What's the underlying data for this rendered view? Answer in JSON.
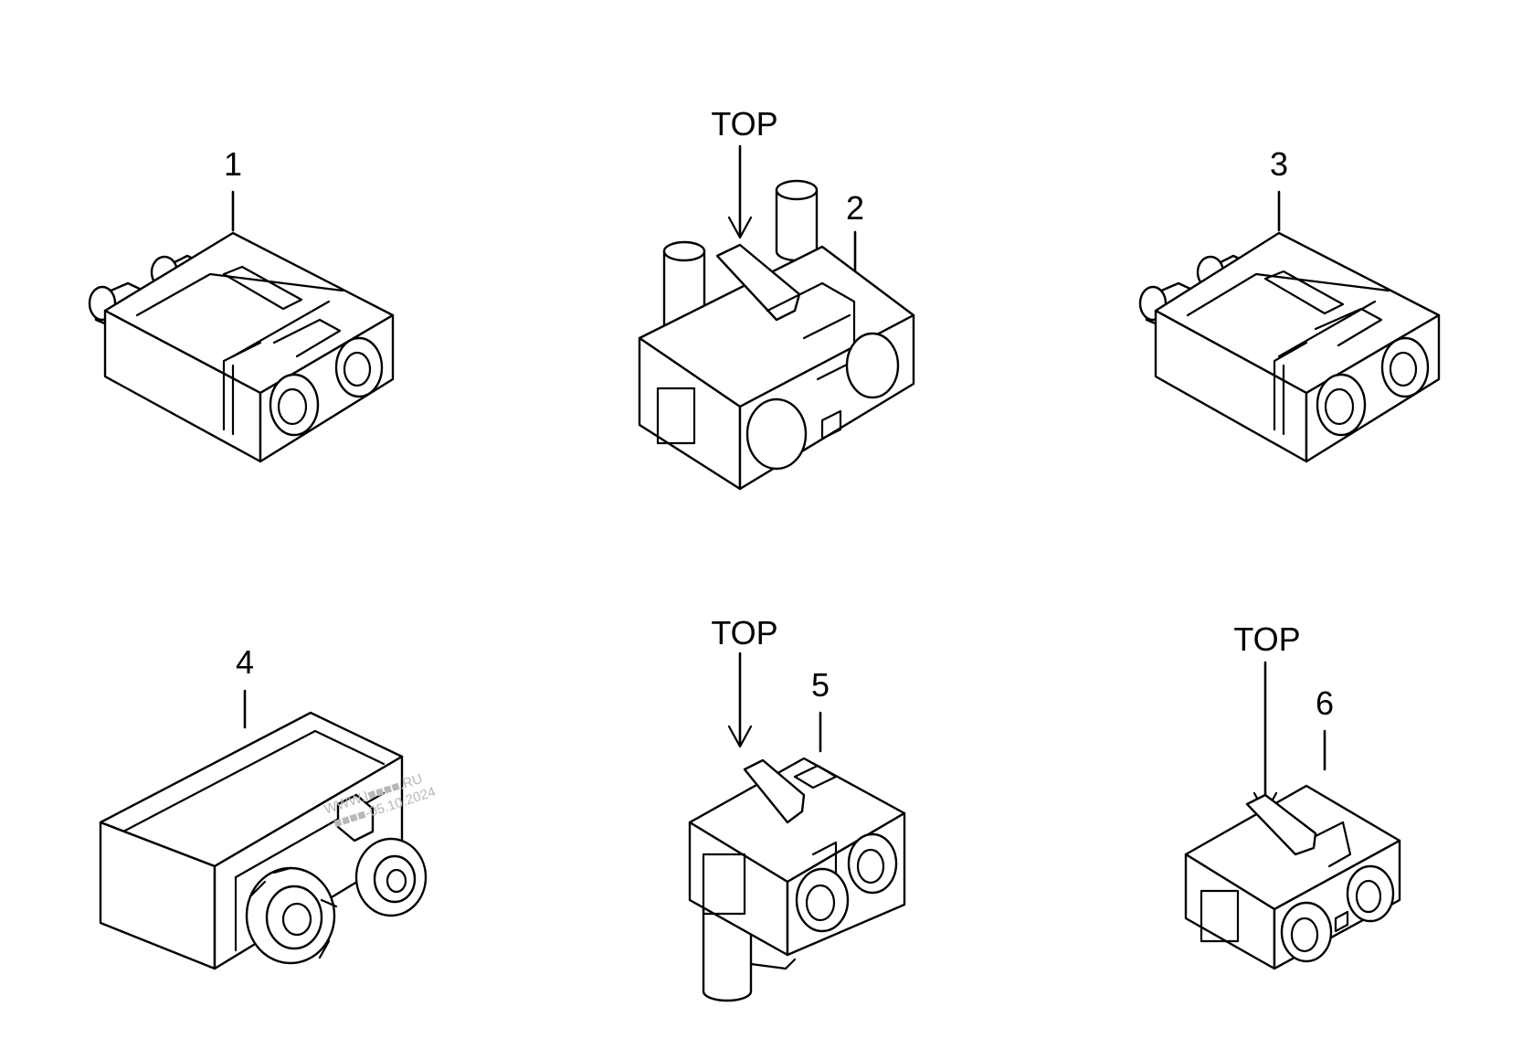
{
  "diagram": {
    "parts": [
      {
        "number": "1",
        "icon": "two-pin-connector-housing-icon"
      },
      {
        "number": "2",
        "icon": "two-pin-connector-with-wires-icon",
        "orientation_label": "TOP"
      },
      {
        "number": "3",
        "icon": "two-pin-connector-housing-icon"
      },
      {
        "number": "4",
        "icon": "coaxial-double-connector-icon"
      },
      {
        "number": "5",
        "icon": "single-pin-connector-with-wire-icon",
        "orientation_label": "TOP"
      },
      {
        "number": "6",
        "icon": "two-pin-connector-small-icon",
        "orientation_label": "TOP"
      }
    ],
    "watermark": {
      "line1": "WWW.I■■■■.RU",
      "line2": "■■■■-05.10.2024"
    },
    "colors": {
      "line": "#000000",
      "background": "#ffffff",
      "watermark": "#b8b8b8"
    }
  }
}
